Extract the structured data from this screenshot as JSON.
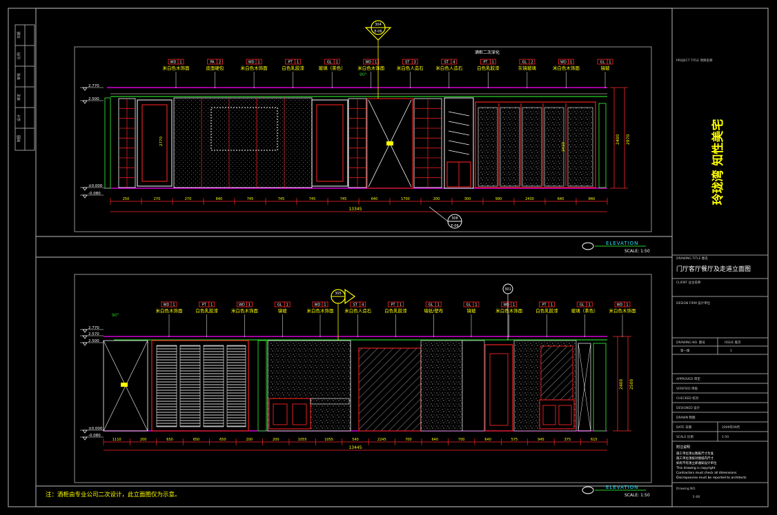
{
  "colors": {
    "background": "#000000",
    "frame": "#9a9a9a",
    "dim_red": "#ff2a2a",
    "text_yellow": "#ffff00",
    "outline_green": "#2bd12b",
    "outline_magenta": "#ff00ff",
    "outline_cyan": "#22e5ff",
    "wood_red": "#e02020",
    "white": "#ffffff"
  },
  "left_margin": {
    "labels": [
      "日期",
      "比例",
      "审核",
      "审定",
      "设计",
      "制图"
    ]
  },
  "title_block": {
    "project_title_label": "PROJECT TITLE  项目名称",
    "project_name": "玲珑湾 知性美宅",
    "drawing_title_label": "DRAWING TITLE  图名",
    "drawing_title": "门厅客厅餐厅及走道立面图",
    "client_label": "CLIENT  业主名称",
    "design_firm_label": "DESIGN FIRM  设计单位",
    "drawing_no_label": "DRAWING NO.  图号",
    "issue_label": "ISSUE  版次",
    "issue_value": "第一版",
    "issue_num": "1",
    "approved_label": "APPROVED  审定",
    "verified_label": "VERIFIED  审核",
    "checked_label": "CHECKED  校对",
    "designed_label": "DESIGNED  设计",
    "drawn_label": "DRAWN  制图",
    "date_label": "DATE  日期",
    "date_value": "2009年09月",
    "scale_label": "SCALE  比例",
    "scale_value": "1:50",
    "notes_title": "附注说明",
    "notes": [
      "施工单位须以图纸尺寸为准",
      "施工单位须核对图纸内尺寸",
      "如有不符须立即通知设计单位",
      "This drawing is copyright",
      "Contractors must check all dimensions",
      "Discrepancies must be reported to architects"
    ],
    "sheet_no_label": "Drawing NO.",
    "sheet_no": "E-06"
  },
  "top_elevation": {
    "section_ref_top": {
      "num": "304",
      "sheet": "E-06"
    },
    "section_ref_bottom": {
      "num": "306",
      "sheet": "E-06"
    },
    "elevation_word": "ELEVATION",
    "scale": "SCALE:  1:50",
    "levels": [
      "2.770",
      "2.500",
      "±0.000",
      "-0.080"
    ],
    "vertical_dims": [
      "2400",
      "2970",
      "2770",
      "2420"
    ],
    "total_width": "13345",
    "tags": [
      {
        "code": "WD",
        "num": "1",
        "text": "米白色木饰面"
      },
      {
        "code": "PA",
        "num": "2",
        "text": "皮面硬包"
      },
      {
        "code": "WD",
        "num": "1",
        "text": "米白色木饰面"
      },
      {
        "code": "PT",
        "num": "1",
        "text": "白色乳胶漆"
      },
      {
        "code": "GL",
        "num": "1",
        "text": "玻璃（茶色）"
      },
      {
        "code": "WD",
        "num": "1",
        "text": "米白色木饰面"
      },
      {
        "code": "ST",
        "num": "3",
        "text": "米白色人造石"
      },
      {
        "code": "ST",
        "num": "4",
        "text": "米白色人造石"
      },
      {
        "code": "PT",
        "num": "1",
        "text": "白色乳胶漆"
      },
      {
        "code": "GL",
        "num": "2",
        "text": "灰镜玻璃"
      },
      {
        "code": "WD",
        "num": "1",
        "text": "米白色木饰面"
      },
      {
        "code": "GL",
        "num": "1",
        "text": "镜玻"
      }
    ],
    "extra_note": "酒柜二次深化",
    "angle": "90°",
    "dims": [
      "250",
      "270",
      "270",
      "640",
      "745",
      "745",
      "745",
      "745",
      "640",
      "1700",
      "200",
      "300",
      "990",
      "2430",
      "640",
      "840"
    ]
  },
  "bottom_elevation": {
    "section_ref_top": {
      "num": "305",
      "sheet": "E-06"
    },
    "section_ref_side": {
      "num": "301"
    },
    "elevation_word": "ELEVATION",
    "scale": "SCALE:  1:50",
    "levels": [
      "2.770",
      "2.570",
      "2.500",
      "±0.000",
      "-0.080"
    ],
    "vertical_dims": [
      "2400",
      "2500"
    ],
    "total_width": "13445",
    "tags": [
      {
        "code": "WD",
        "num": "1",
        "text": "米白色木饰面"
      },
      {
        "code": "PT",
        "num": "1",
        "text": "白色乳胶漆"
      },
      {
        "code": "WD",
        "num": "1",
        "text": "米白色木饰面"
      },
      {
        "code": "GL",
        "num": "1",
        "text": "镜玻"
      },
      {
        "code": "WD",
        "num": "1",
        "text": "米白色木饰面"
      },
      {
        "code": "ST",
        "num": "4",
        "text": "米白色人造石"
      },
      {
        "code": "PT",
        "num": "1",
        "text": "白色乳胶漆"
      },
      {
        "code": "GL",
        "num": "1",
        "text": "墙纸/壁布"
      },
      {
        "code": "GL",
        "num": "1",
        "text": "镜玻"
      },
      {
        "code": "WD",
        "num": "1",
        "text": "米白色木饰面"
      },
      {
        "code": "PT",
        "num": "1",
        "text": "白色乳胶漆"
      },
      {
        "code": "GL",
        "num": "1",
        "text": "玻璃（茶色）"
      },
      {
        "code": "WD",
        "num": "1",
        "text": "米白色木饰面"
      }
    ],
    "angle": "90°",
    "dims": [
      "1110",
      "200",
      "650",
      "650",
      "650",
      "200",
      "200",
      "1055",
      "1055",
      "540",
      "2245",
      "700",
      "640",
      "700",
      "640",
      "575",
      "945",
      "375",
      "615"
    ],
    "note": "注：酒柜由专业公司二次设计，此立面图仅为示意。"
  }
}
